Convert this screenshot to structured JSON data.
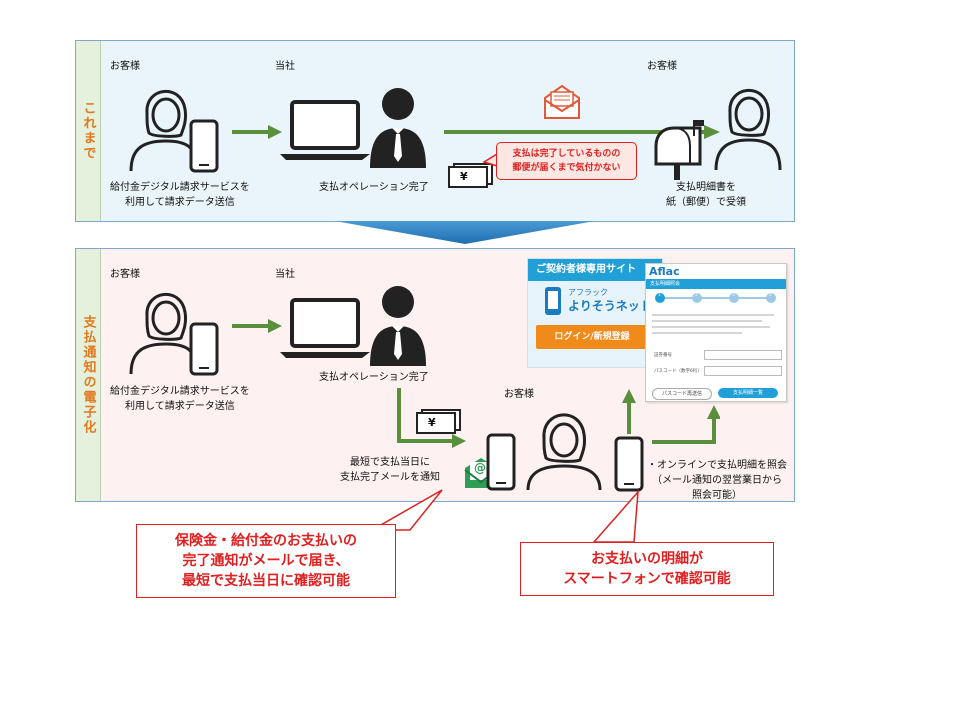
{
  "top": {
    "side_label": "これまで",
    "customer_left": "お客様",
    "company": "当社",
    "customer_right": "お客様",
    "caption_left": [
      "給付金デジタル請求サービスを",
      "利用して請求データ送信"
    ],
    "caption_mid": "支払オペレーション完了",
    "caption_right": [
      "支払明細書を",
      "紙（郵便）で受領"
    ],
    "warning": [
      "支払は完了しているものの",
      "郵便が届くまで気付かない"
    ],
    "money_symbol": "¥"
  },
  "bottom": {
    "side_label": "支払通知の電子化",
    "customer_left": "お客様",
    "company": "当社",
    "customer_mid": "お客様",
    "caption_left": [
      "給付金デジタル請求サービスを",
      "利用して請求データ送信"
    ],
    "caption_mid": "支払オペレーション完了",
    "caption_mail": [
      "最短で支払当日に",
      "支払完了メールを通知"
    ],
    "caption_online": [
      "・オンラインで支払明細を照会",
      "（メール通知の翌営業日から",
      "照会可能）"
    ],
    "money_symbol": "¥",
    "mail_symbol": "@",
    "site": {
      "header": "ご契約者様専用サイト",
      "logo_small": "アフラック",
      "logo_big": "よりそうネット",
      "button": "ログイン/新規登録"
    },
    "form": {
      "logo": "Aflac",
      "bar_title": "支払明細照会",
      "steps": [
        "1",
        "2",
        "3",
        "4"
      ],
      "field1": "証券番号",
      "field2": "パスコード（数字6桁）",
      "btn_secondary": "パスコード再送信",
      "btn_primary": "支払明細一覧"
    }
  },
  "callouts": {
    "left": [
      "保険金・給付金のお支払いの",
      "完了通知がメールで届き、",
      "最短で支払当日に確認可能"
    ],
    "right": [
      "お支払いの明細が",
      "スマートフォンで確認可能"
    ]
  },
  "colors": {
    "arrow": "#5a8f3c",
    "callout": "#e02020",
    "side_text": "#e07b1f",
    "transition": "#2e84c6"
  }
}
